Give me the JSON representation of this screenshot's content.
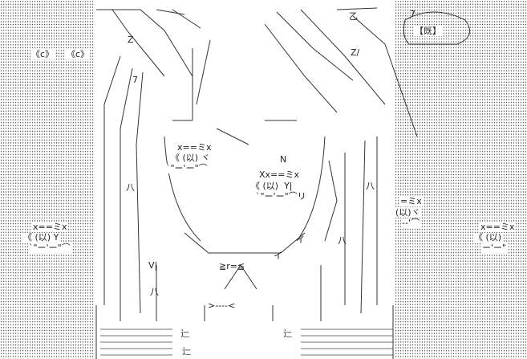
{
  "text_marks": {
    "c_left": "《c》",
    "c_right": "《c》",
    "kanji_balloon": "【既】",
    "balloon_left_top": "x==ミx",
    "balloon_left_mid": "《 (以) Y",
    "balloon_left_bot": "`\"ー'ー\"⌒",
    "balloon_right_top": "x==ミx",
    "balloon_right_mid": "《 (以)",
    "balloon_right_bot": "ー'ー\"",
    "eye_left_top": "x==ミx",
    "eye_left_mid": "《 (以) ヾ",
    "eye_left_bot": "`\"ー'ー\"⌒",
    "eye_right_top": "Xx==ミx",
    "eye_right_mid": "《 (以)  Y|",
    "eye_right_bot": "`\"ー'ー\"⌒リ",
    "side_right_top": "=ミx",
    "side_right_mid": "(以)ヾ",
    "side_right_bot": "-‐'⌒",
    "mouth": "≧r=≦",
    "chin": ">‐‐‐‐<",
    "char_z1": "Z",
    "char_z2": "乙",
    "char_z3": "Z/",
    "char_7a": "7",
    "char_7b": "7",
    "char_hachi1": "八",
    "char_hachi2": "八",
    "char_hachi3": "八",
    "char_hachi4": "八",
    "char_n": "N",
    "char_v": "V|",
    "char_i1": "イ",
    "char_i2": "イ",
    "char_chi1": "辷",
    "char_chi2": "辷",
    "char_chi3": "辷"
  },
  "colors": {
    "ink": "#222222",
    "background": "#ffffff"
  }
}
